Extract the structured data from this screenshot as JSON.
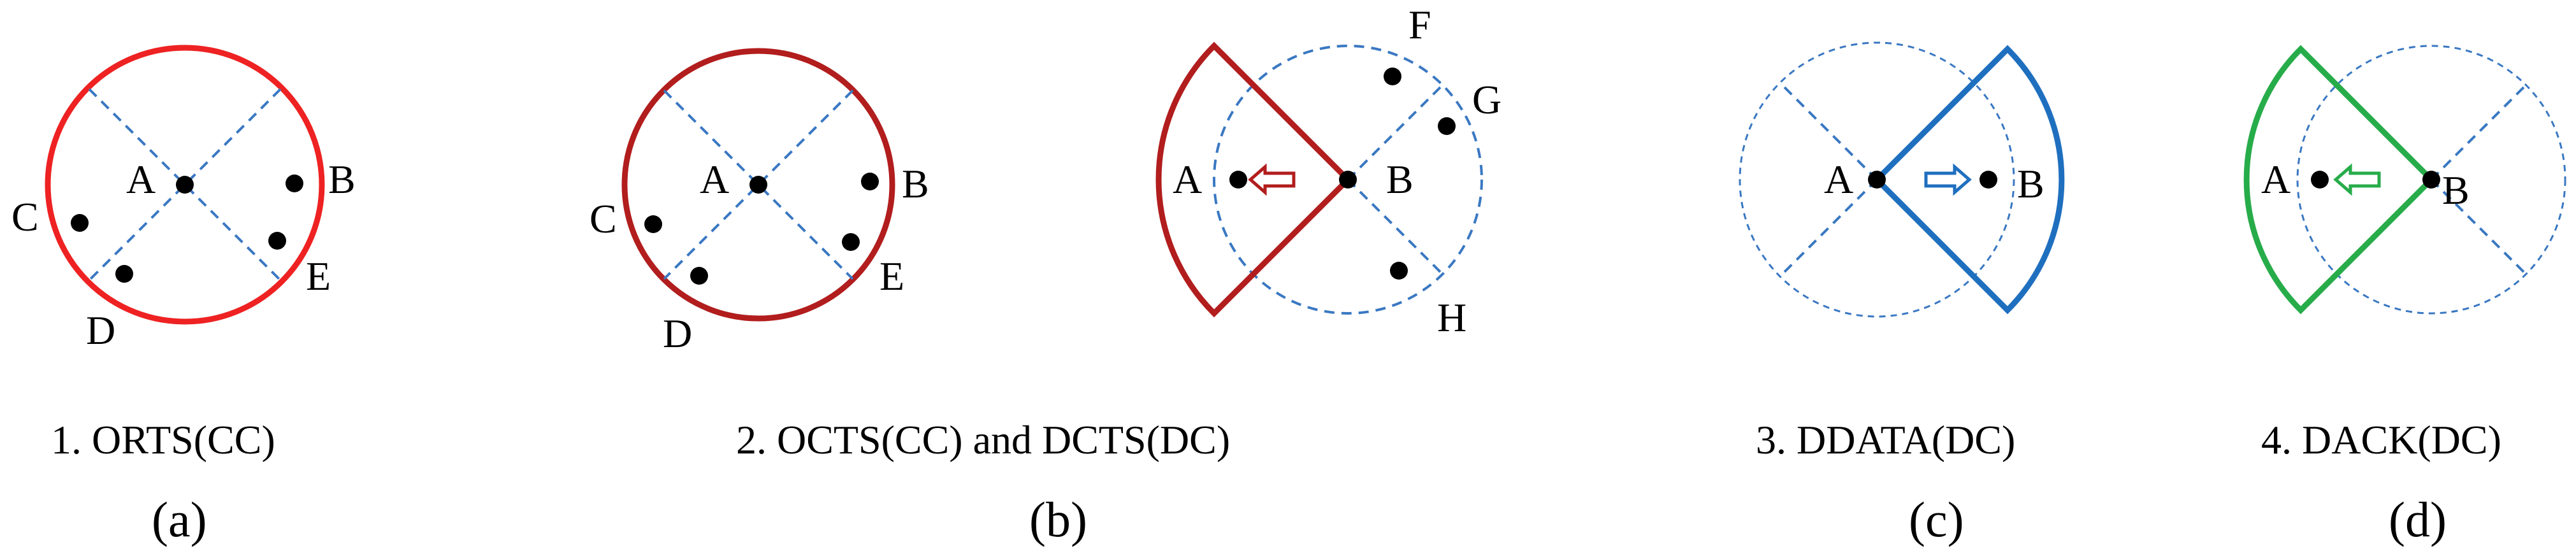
{
  "colors": {
    "red_bright": "#ee2222",
    "red_dark": "#b21d1d",
    "blue": "#1f6fbf",
    "blue_dash": "#3a78c2",
    "green": "#27ac4a",
    "black": "#000000"
  },
  "panels": {
    "a": {
      "nodes": {
        "A": "A",
        "B": "B",
        "C": "C",
        "D": "D",
        "E": "E"
      },
      "caption": "1. ORTS(CC)",
      "label": "(a)"
    },
    "b": {
      "nodes": {
        "A": "A",
        "B": "B",
        "C": "C",
        "D": "D",
        "E": "E"
      },
      "nodes2": {
        "A": "A",
        "B": "B",
        "F": "F",
        "G": "G",
        "H": "H"
      },
      "caption": "2. OCTS(CC) and DCTS(DC)",
      "label": "(b)"
    },
    "c": {
      "nodes": {
        "A": "A",
        "B": "B"
      },
      "caption": "3. DDATA(DC)",
      "label": "(c)"
    },
    "d": {
      "nodes": {
        "A": "A",
        "B": "B"
      },
      "caption": "4. DACK(DC)",
      "label": "(d)"
    }
  }
}
